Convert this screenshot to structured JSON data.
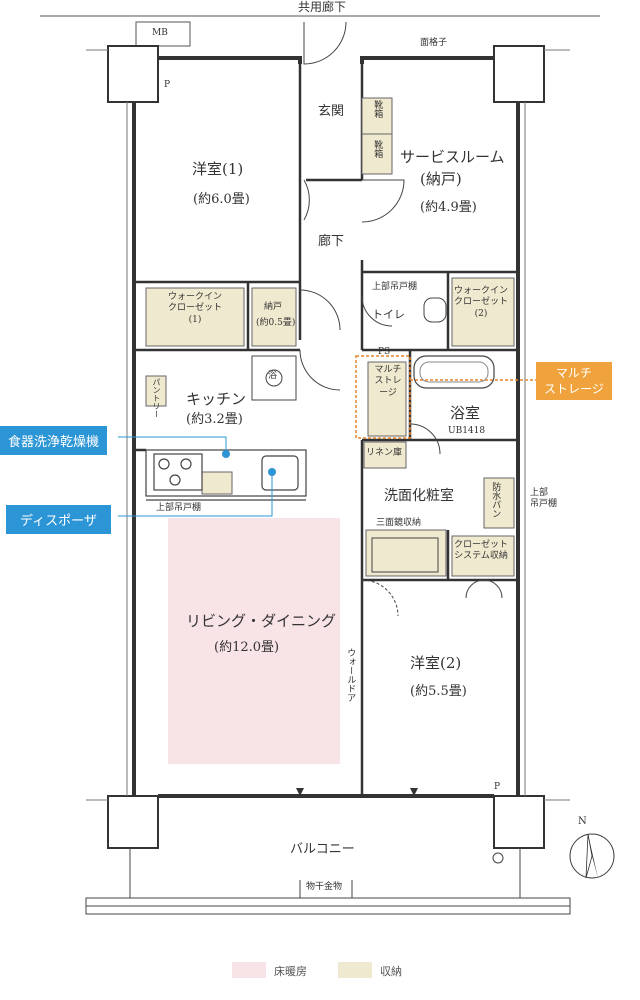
{
  "labels": {
    "corridor": "共用廊下",
    "mb": "MB",
    "grille": "面格子",
    "entrance": "玄関",
    "shoe1": "靴箱",
    "shoe2": "靴箱",
    "western1_name": "洋室(1)",
    "western1_area": "(約6.0畳)",
    "service_name1": "サービスルーム",
    "service_name2": "(納戸)",
    "service_area": "(約4.9畳)",
    "hallway": "廊下",
    "p_mark_top": "P",
    "p_mark_bottom": "P",
    "upper_cabinet_toilet": "上部吊戸棚",
    "toilet": "トイレ",
    "wic1": "ウォークイン\nクローゼット\n(1)",
    "wic2": "ウォークイン\nクローゼット\n(2)",
    "nando_name": "納戸",
    "nando_area": "(約0.5畳)",
    "bath_mark": "浴",
    "ps": "PS",
    "multi_storage_inner": "マルチストレージ",
    "kitchen_name": "キッチン",
    "kitchen_area": "(約3.2畳)",
    "bath_name": "浴室",
    "bath_unit": "UB1418",
    "linen": "リネン庫",
    "pantry": "パントリー",
    "washroom": "洗面化粧室",
    "waterproof_pan": "防水パン",
    "upper_cabinet_wash": "上部\n吊戸棚",
    "upper_cabinet_kitchen": "上部吊戸棚",
    "mirror_storage": "三面鏡収納",
    "closet_system": "クローゼット\nシステム収納",
    "living_name": "リビング・ダイニング",
    "living_area": "(約12.0畳)",
    "wall_door": "ウォールドア",
    "western2_name": "洋室(2)",
    "western2_area": "(約5.5畳)",
    "balcony": "バルコニー",
    "drying_rack": "物干金物",
    "compass_n": "N"
  },
  "callouts": {
    "dishwasher": "食器洗浄乾燥機",
    "disposer": "ディスポーザ",
    "multi_storage": "マルチ\nストレージ"
  },
  "legend": {
    "floor_heating": "床暖房",
    "storage": "収納"
  },
  "colors": {
    "floor_heating": "#f8e3e6",
    "storage": "#efe9cf",
    "callout_blue": "#2b95d6",
    "callout_orange": "#f0a33c",
    "wall": "#333333"
  }
}
